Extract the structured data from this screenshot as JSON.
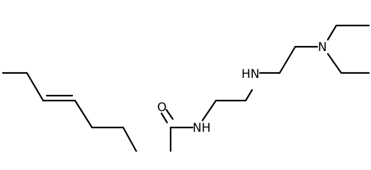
{
  "molecule": {
    "atoms": {
      "carbonyl_oxygen": "O",
      "amide_nitrogen": "NH",
      "amine_nitrogen": "HN",
      "tertiary_nitrogen": "N"
    }
  },
  "colors": {
    "bond": "#000000",
    "background": "#ffffff"
  }
}
